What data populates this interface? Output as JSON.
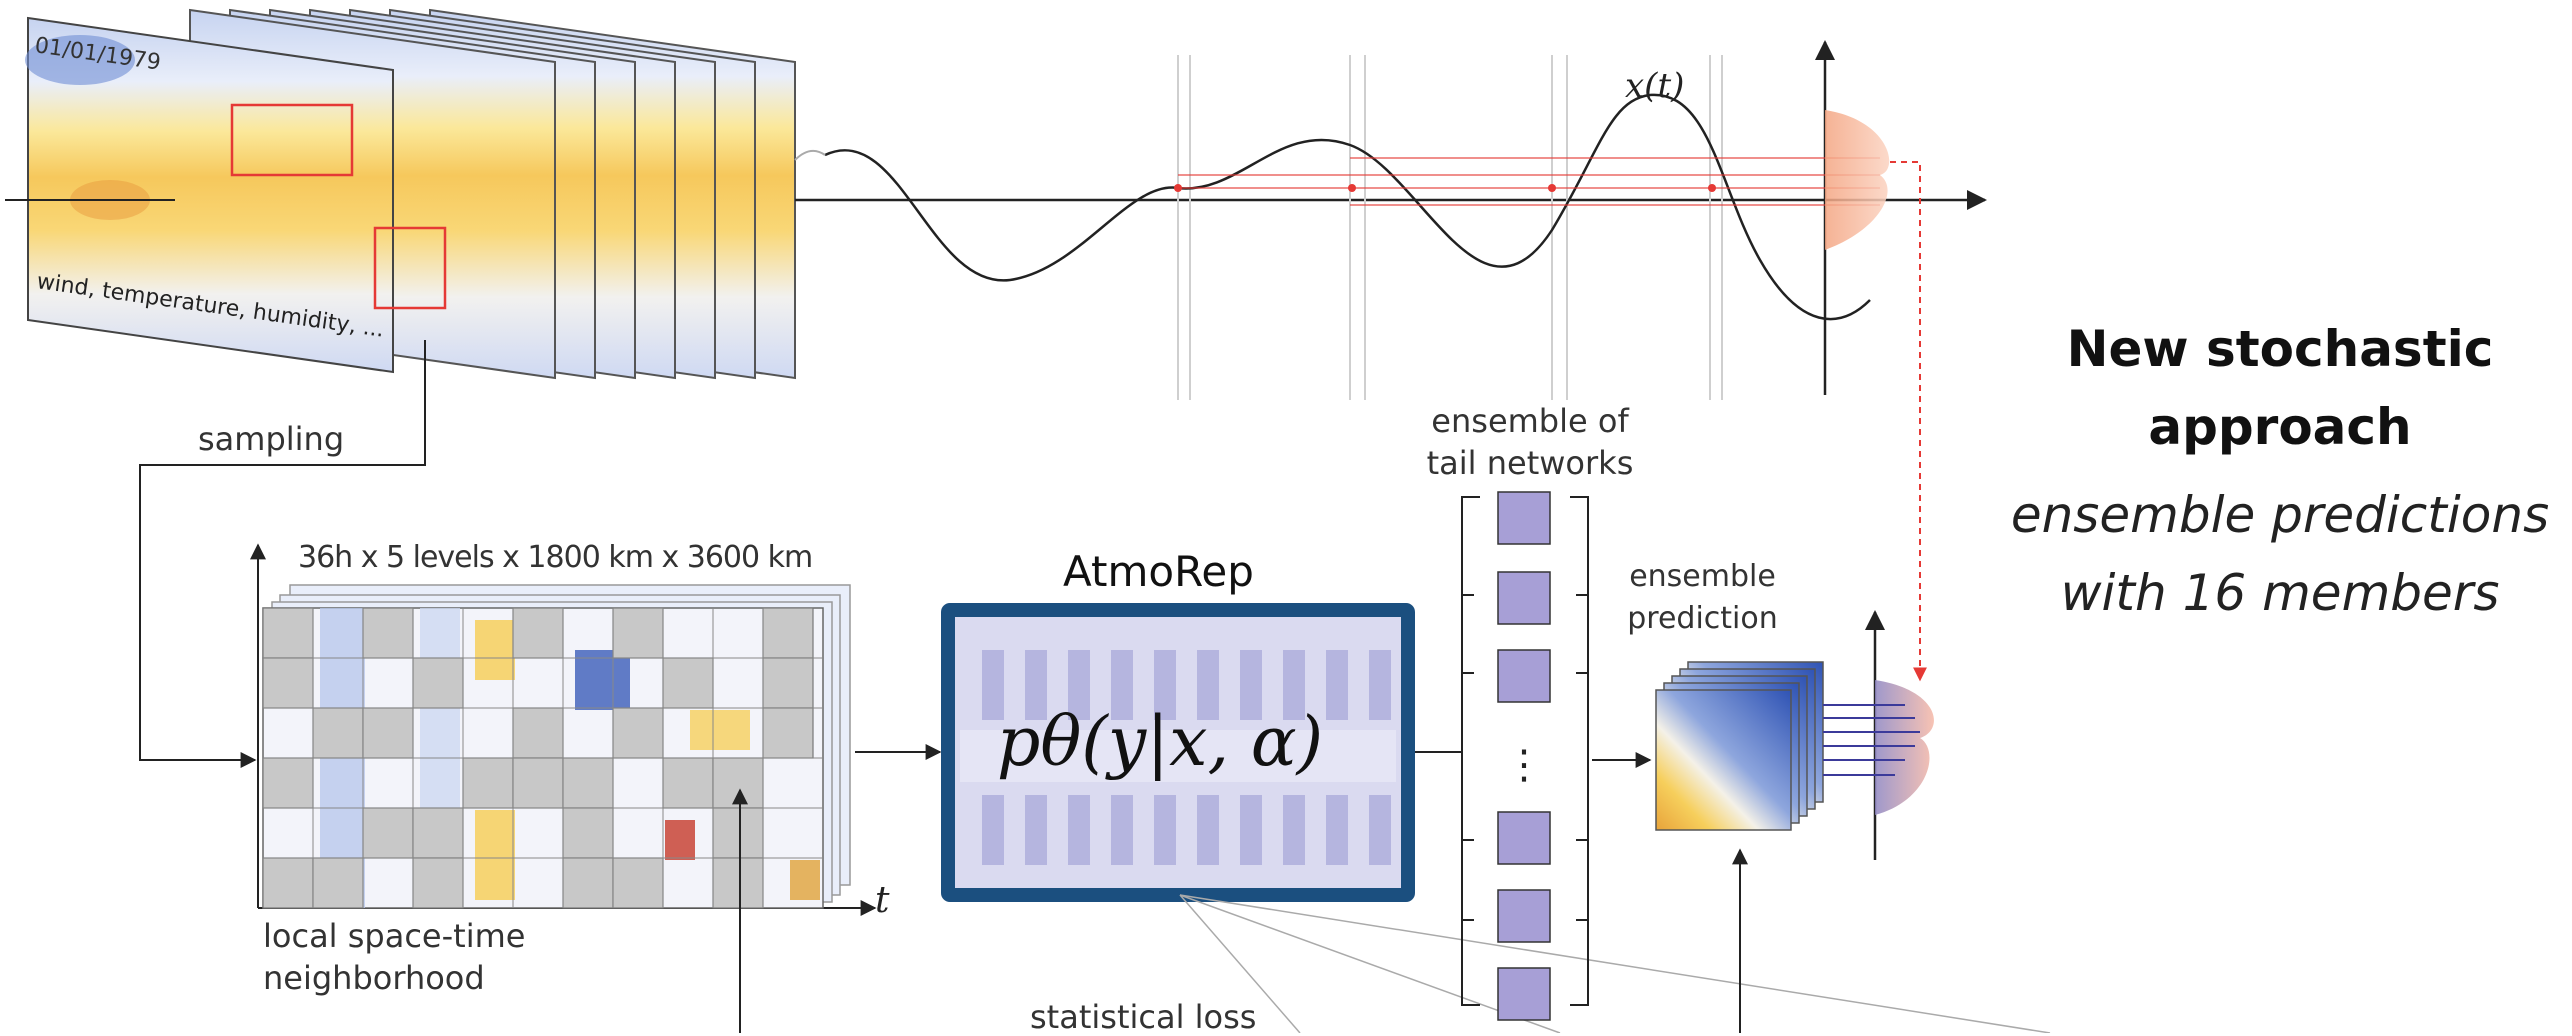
{
  "maps": {
    "date_label": "01/01/1979",
    "variables_label": "wind, temperature, humidity, ..."
  },
  "labels": {
    "sampling": "sampling",
    "spacetime_dims": "36h x 5 levels x 1800 km x 3600 km",
    "neighborhood_line1": "local space-time",
    "neighborhood_line2": "neighborhood",
    "model_name": "AtmoRep",
    "model_formula": "pθ(y|x, α)",
    "tail_line1": "ensemble of",
    "tail_line2": "tail networks",
    "tail_dots": "⋮",
    "ens_pred_line1": "ensemble",
    "ens_pred_line2": "prediction",
    "statistical_loss": "statistical loss",
    "time_axis": "t",
    "signal_label": "x(t)"
  },
  "headline": {
    "title_line1": "New stochastic",
    "title_line2": "approach",
    "subtitle_line1": "ensemble predictions",
    "subtitle_line2": "with 16 members"
  },
  "colors": {
    "model_border": "#1b4f7f",
    "model_fill": "#dadaf0",
    "model_token": "#b5b5df",
    "tail_box": "#a79fd6",
    "highlight": "#e53935",
    "distribution": "#f4a582"
  }
}
